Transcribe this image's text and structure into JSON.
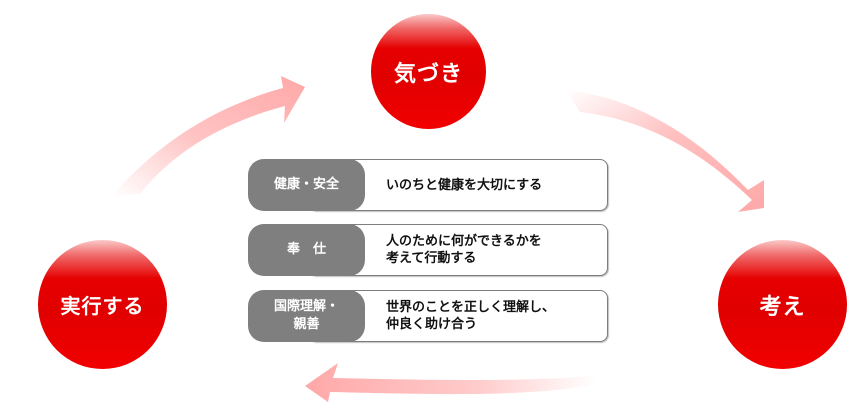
{
  "cycle": {
    "nodes": [
      {
        "id": "top",
        "label": "気づき"
      },
      {
        "id": "right",
        "label": "考え"
      },
      {
        "id": "left",
        "label": "実行する"
      }
    ],
    "arrows": [
      {
        "from": "left",
        "to": "top",
        "direction": "clockwise"
      },
      {
        "from": "top",
        "to": "right",
        "direction": "clockwise"
      },
      {
        "from": "right",
        "to": "left",
        "direction": "clockwise"
      }
    ],
    "colors": {
      "circle": "#e60000",
      "arrow": "#ffaaaa",
      "label_bg": "#7f7f7f",
      "box_border": "#7d7d7d"
    }
  },
  "values": [
    {
      "category": "健康・安全",
      "description": "いのちと健康を大切にする"
    },
    {
      "category": "奉　仕",
      "description": "人のために何ができるかを\n考えて行動する"
    },
    {
      "category": "国際理解・\n親善",
      "description": "世界のことを正しく理解し、\n仲良く助け合う"
    }
  ]
}
